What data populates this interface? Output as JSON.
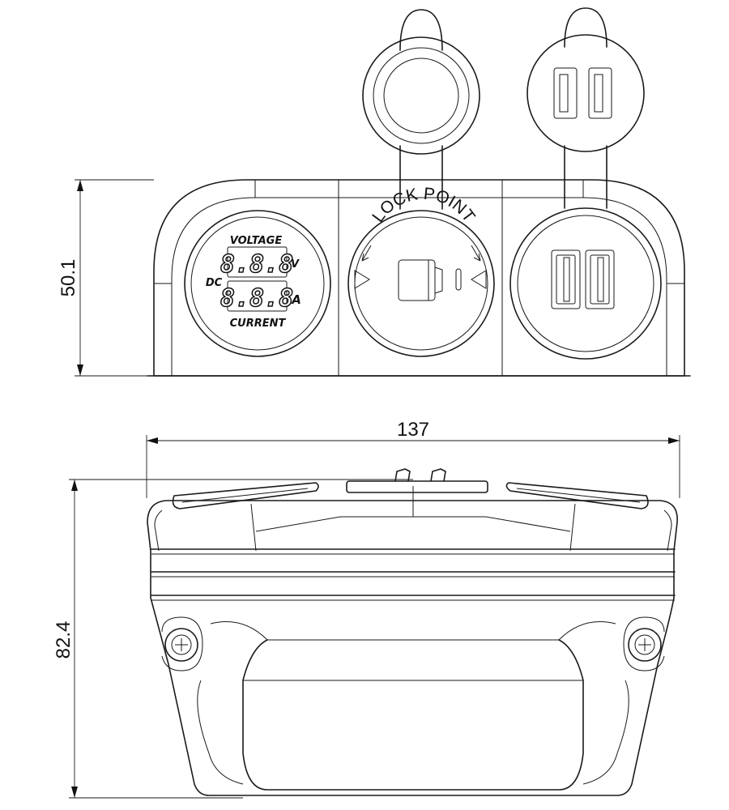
{
  "dimensions": {
    "front_height": "50.1",
    "width": "137",
    "side_height": "82.4"
  },
  "meter": {
    "top_label": "VOLTAGE",
    "bottom_label": "CURRENT",
    "side_label": "DC",
    "volt_unit": "V",
    "amp_unit": "A",
    "volt_display": "8.8.8",
    "amp_display": "8.8.8"
  },
  "socket": {
    "arc_label": "LOCK POINT"
  }
}
